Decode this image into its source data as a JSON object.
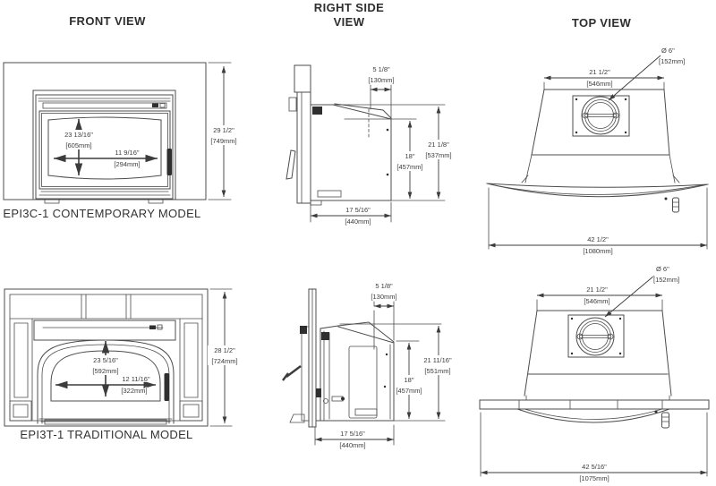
{
  "document": {
    "kind": "fireplace insert installation dimension drawing"
  },
  "colors": {
    "line": "#4c4c4c",
    "text": "#3c3c3c",
    "background": "#ffffff"
  },
  "titles": {
    "front": "FRONT VIEW",
    "side1": "RIGHT SIDE",
    "side2": "VIEW",
    "top": "TOP VIEW"
  },
  "models": {
    "contemporary": {
      "caption": "EPI3C-1 CONTEMPORARY MODEL",
      "front": {
        "opening_height_in": "23 13/16\"",
        "opening_height_mm": "[605mm]",
        "opening_width_in": "11 9/16\"",
        "opening_width_mm": "[294mm]",
        "overall_height_in": "29 1/2\"",
        "overall_height_mm": "[749mm]"
      },
      "side": {
        "flue_setback_in": "5 1/8\"",
        "flue_setback_mm": "[130mm]",
        "firebox_height_in": "18\"",
        "firebox_height_mm": "[457mm]",
        "overall_height_in": "21 1/8\"",
        "overall_height_mm": "[537mm]",
        "depth_in": "17 5/16\"",
        "depth_mm": "[440mm]"
      },
      "top": {
        "flue_diameter_in": "Ø 6\"",
        "flue_diameter_mm": "[152mm]",
        "body_width_in": "21 1/2\"",
        "body_width_mm": "[546mm]",
        "surround_width_in": "42 1/2\"",
        "surround_width_mm": "[1080mm]"
      }
    },
    "traditional": {
      "caption": "EPI3T-1 TRADITIONAL MODEL",
      "front": {
        "opening_height_in": "23 5/16\"",
        "opening_height_mm": "[592mm]",
        "opening_width_in": "12 11/16\"",
        "opening_width_mm": "[322mm]",
        "overall_height_in": "28 1/2\"",
        "overall_height_mm": "[724mm]"
      },
      "side": {
        "flue_setback_in": "5 1/8\"",
        "flue_setback_mm": "[130mm]",
        "firebox_height_in": "18\"",
        "firebox_height_mm": "[457mm]",
        "overall_height_in": "21 11/16\"",
        "overall_height_mm": "[551mm]",
        "depth_in": "17 5/16\"",
        "depth_mm": "[440mm]"
      },
      "top": {
        "flue_diameter_in": "Ø 6\"",
        "flue_diameter_mm": "[152mm]",
        "body_width_in": "21 1/2\"",
        "body_width_mm": "[546mm]",
        "surround_width_in": "42 5/16\"",
        "surround_width_mm": "[1075mm]"
      }
    }
  }
}
